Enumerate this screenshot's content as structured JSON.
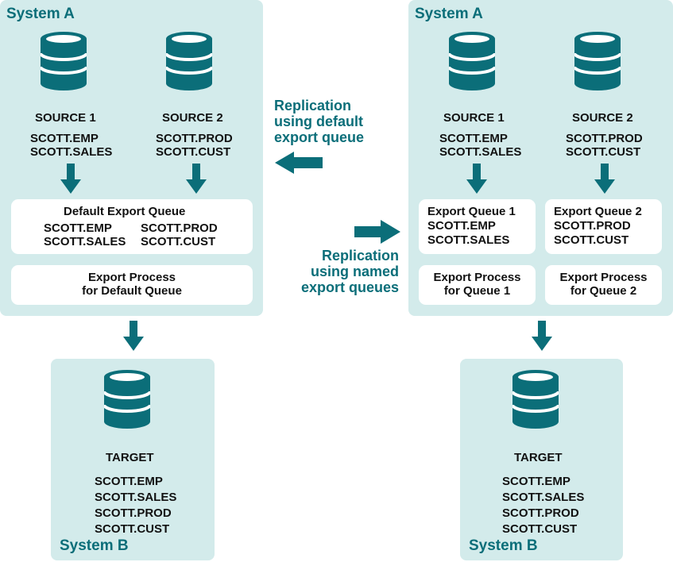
{
  "colors": {
    "accent": "#0b6e79",
    "panel": "#d3ebeb",
    "card": "#ffffff"
  },
  "icons": {
    "database": "database-icon",
    "arrow": "arrow-icon"
  },
  "left": {
    "system_label": "System A",
    "source1": {
      "label": "SOURCE 1",
      "tables": [
        "SCOTT.EMP",
        "SCOTT.SALES"
      ]
    },
    "source2": {
      "label": "SOURCE 2",
      "tables": [
        "SCOTT.PROD",
        "SCOTT.CUST"
      ]
    },
    "queue": {
      "title": "Default Export Queue",
      "col1": [
        "SCOTT.EMP",
        "SCOTT.SALES"
      ],
      "col2": [
        "SCOTT.PROD",
        "SCOTT.CUST"
      ]
    },
    "process": {
      "line1": "Export Process",
      "line2": "for Default Queue"
    }
  },
  "right": {
    "system_label": "System A",
    "source1": {
      "label": "SOURCE 1",
      "tables": [
        "SCOTT.EMP",
        "SCOTT.SALES"
      ]
    },
    "source2": {
      "label": "SOURCE 2",
      "tables": [
        "SCOTT.PROD",
        "SCOTT.CUST"
      ]
    },
    "queue1": {
      "title": "Export Queue 1",
      "tables": [
        "SCOTT.EMP",
        "SCOTT.SALES"
      ]
    },
    "queue2": {
      "title": "Export Queue 2",
      "tables": [
        "SCOTT.PROD",
        "SCOTT.CUST"
      ]
    },
    "process1": {
      "line1": "Export Process",
      "line2": "for Queue 1"
    },
    "process2": {
      "line1": "Export Process",
      "line2": "for Queue 2"
    }
  },
  "notes": {
    "default": [
      "Replication",
      "using default",
      "export queue"
    ],
    "named": [
      "Replication",
      "using named",
      "export queues"
    ]
  },
  "target_left": {
    "label": "TARGET",
    "tables": [
      "SCOTT.EMP",
      "SCOTT.SALES",
      "SCOTT.PROD",
      "SCOTT.CUST"
    ],
    "system_label": "System B"
  },
  "target_right": {
    "label": "TARGET",
    "tables": [
      "SCOTT.EMP",
      "SCOTT.SALES",
      "SCOTT.PROD",
      "SCOTT.CUST"
    ],
    "system_label": "System B"
  }
}
